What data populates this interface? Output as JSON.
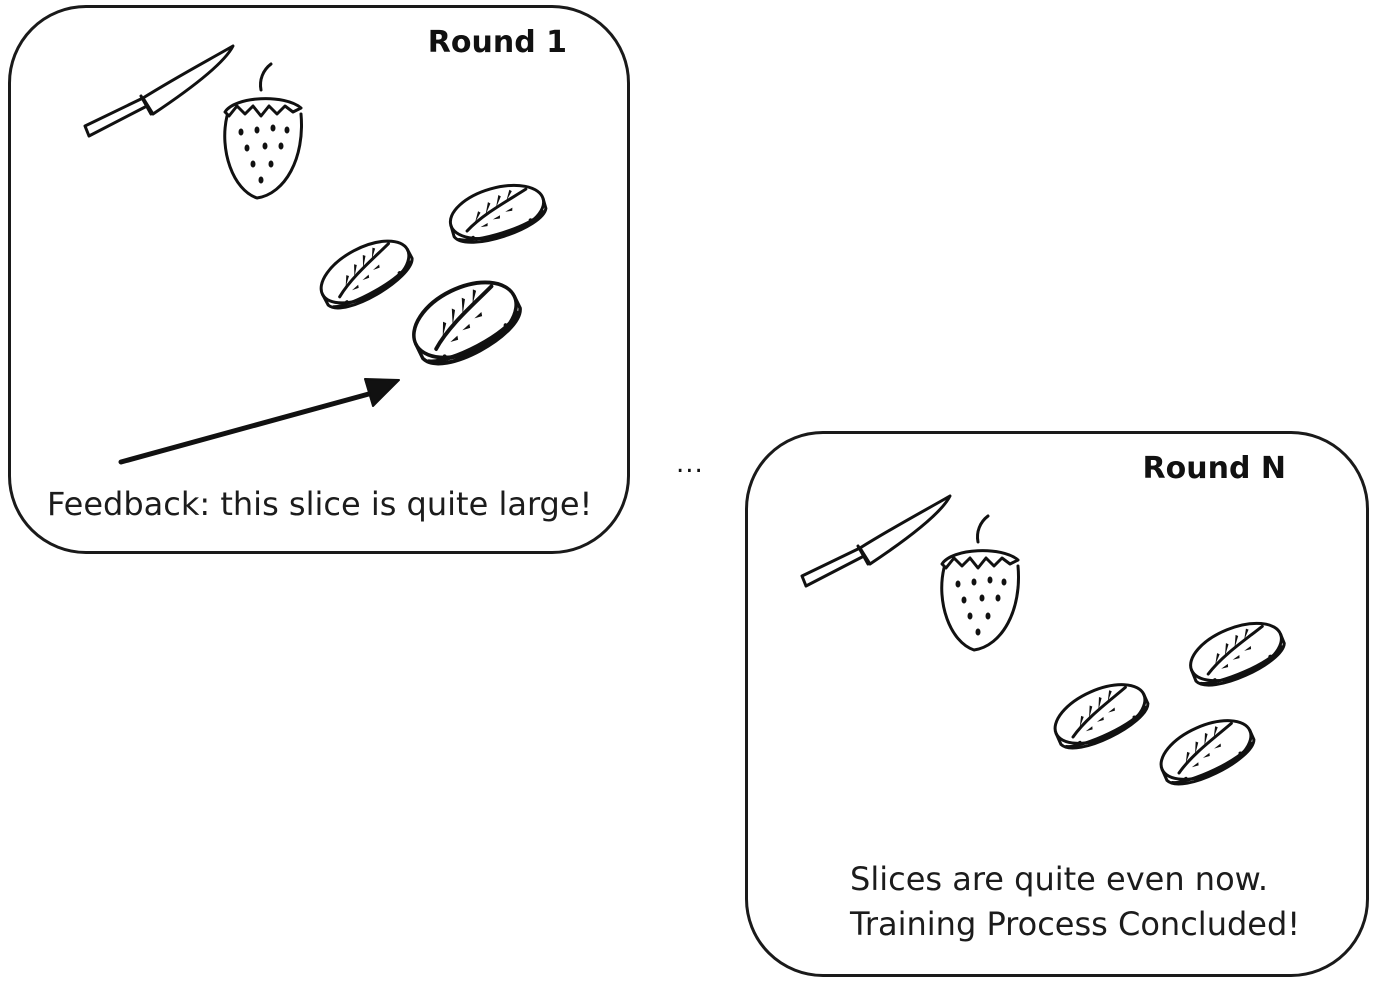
{
  "panels": [
    {
      "title": "Round 1",
      "caption_lines": [
        "Feedback: this slice is quite large!"
      ]
    },
    {
      "title": "Round N",
      "caption_lines": [
        "Slices are quite even now.",
        "Training Process Concluded!"
      ]
    }
  ],
  "separator": "..."
}
